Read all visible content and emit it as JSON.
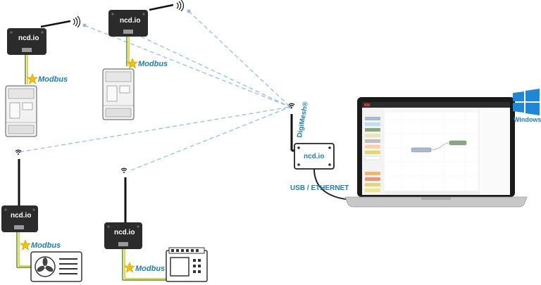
{
  "brand": "ncd.io",
  "protocol_label": "Modbus",
  "mesh_label": "DigiMesh®",
  "connection_label": "USB / ETHERNET",
  "os_label": "Windows",
  "colors": {
    "link": "#8fb8e6",
    "accent": "#1e7fb8",
    "device": "#2b2b2b",
    "modbus_star": "#f2c200",
    "wire_green": "#4a9a2a",
    "wire_yellow": "#e8c000"
  },
  "icons": [
    "wifi-icon",
    "modbus-star-icon",
    "fan-icon",
    "windows-logo-icon",
    "antenna-icon"
  ],
  "nodes": [
    {
      "id": "sensor-1",
      "type": "ncd-modbus-sensor",
      "attached": "vfd-drive"
    },
    {
      "id": "sensor-2",
      "type": "ncd-modbus-sensor",
      "attached": "vfd-drive"
    },
    {
      "id": "sensor-3",
      "type": "ncd-modbus-sensor",
      "attached": "hvac-unit"
    },
    {
      "id": "sensor-4",
      "type": "ncd-modbus-sensor",
      "attached": "plc-controller"
    },
    {
      "id": "gateway",
      "type": "ncd-digimesh-gateway"
    },
    {
      "id": "laptop",
      "type": "computer"
    }
  ]
}
